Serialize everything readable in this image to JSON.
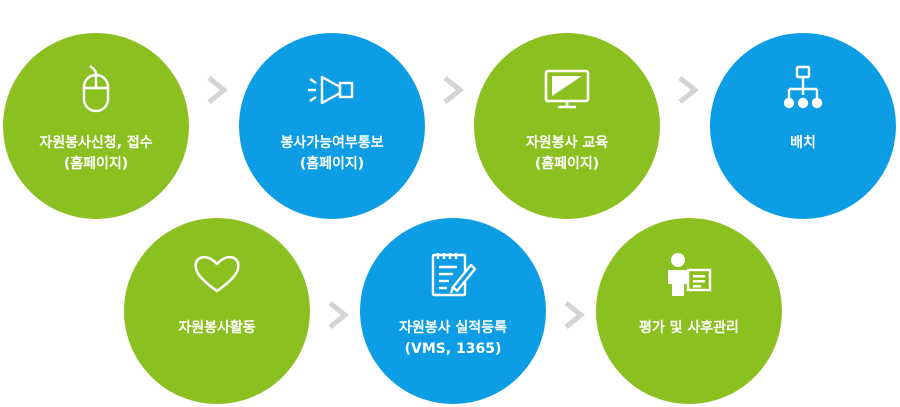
{
  "colors": {
    "green": "#8cc021",
    "blue": "#0d9de4",
    "arrow": "#d4d4d4"
  },
  "steps": [
    {
      "label": "자원봉사신청, 접수",
      "sub": "(홈페이지)",
      "icon": "mouse-icon",
      "color": "green"
    },
    {
      "label": "봉사가능여부통보",
      "sub": "(홈페이지)",
      "icon": "speaker-icon",
      "color": "blue"
    },
    {
      "label": "자원봉사 교육",
      "sub": "(홈페이지)",
      "icon": "monitor-icon",
      "color": "green"
    },
    {
      "label": "배치",
      "sub": "",
      "icon": "org-chart-icon",
      "color": "blue"
    },
    {
      "label": "자원봉사활동",
      "sub": "",
      "icon": "heart-icon",
      "color": "green"
    },
    {
      "label": "자원봉사 실적등록",
      "sub": "(VMS, 1365)",
      "icon": "document-pen-icon",
      "color": "blue"
    },
    {
      "label": "평가 및 사후관리",
      "sub": "",
      "icon": "person-card-icon",
      "color": "green"
    }
  ]
}
